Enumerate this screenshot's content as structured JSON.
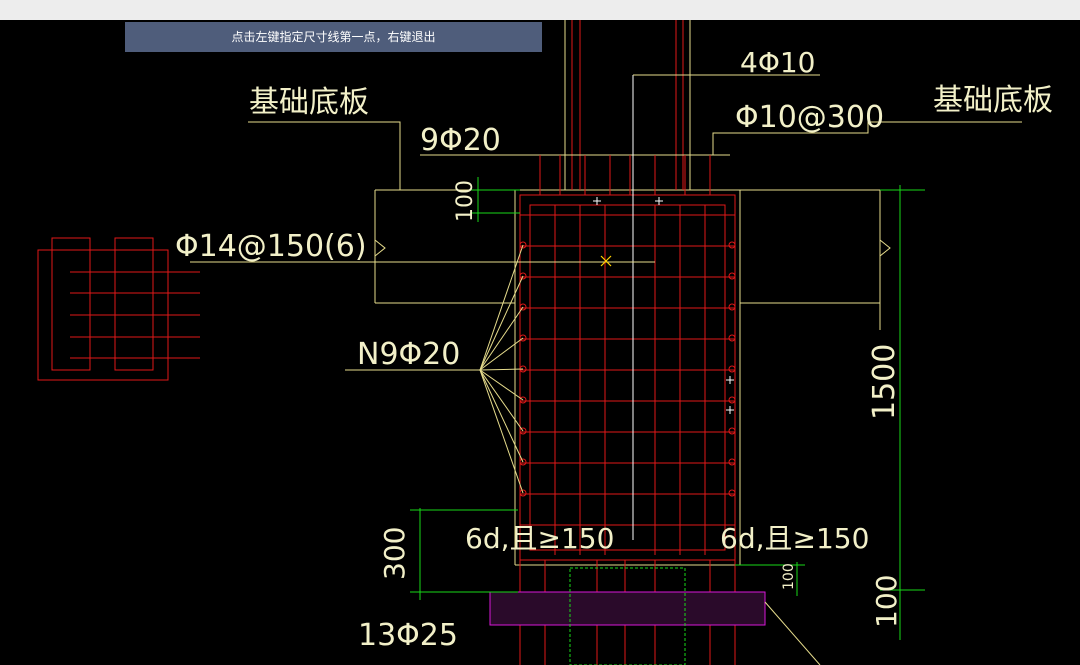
{
  "command_prompt": "点击左键指定尺寸线第一点，右键退出",
  "annotations": {
    "slab_left": "基础底板",
    "slab_right": "基础底板",
    "top_bars": "4Φ10",
    "stirrup_top": "Φ10@300",
    "plate_bars": "9Φ20",
    "tie_bars": "Φ14@150(6)",
    "side_bars": "N9Φ20",
    "anchor_left": "6d,且≥150",
    "anchor_right": "6d,且≥150",
    "bottom_bars": "13Φ25",
    "dim_100_top": "100",
    "dim_1500": "1500",
    "dim_300": "300",
    "dim_100_small": "100",
    "dim_100_bottom": "100"
  },
  "colors": {
    "background": "#000000",
    "prompt_bg": "#4f5d7b",
    "rebar_red": "#e01818",
    "outline_yellow": "#e6dc8c",
    "dim_green": "#18d818",
    "text": "#f2f0c8",
    "magenta": "#d818d8"
  }
}
